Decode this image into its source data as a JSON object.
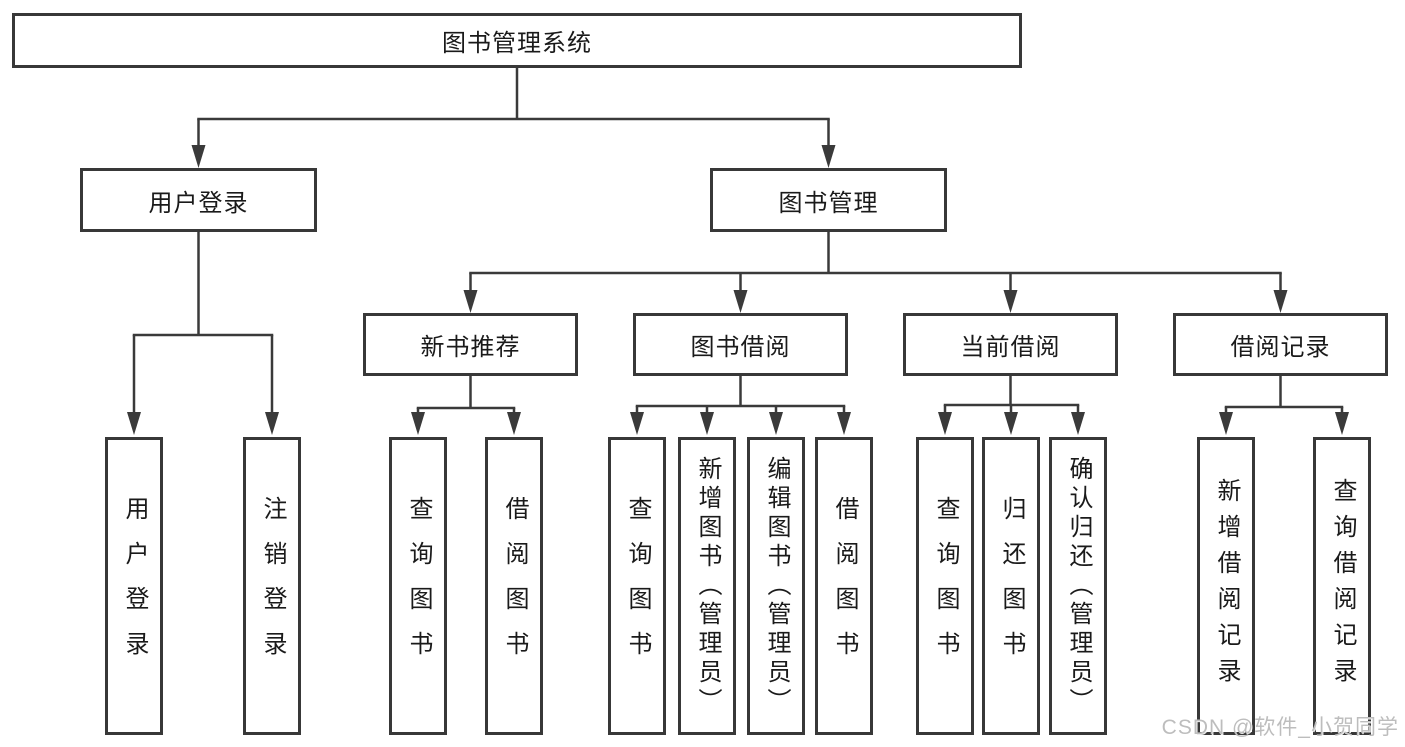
{
  "diagram": {
    "root": {
      "label": "图书管理系统"
    },
    "level2": [
      {
        "label": "用户登录"
      },
      {
        "label": "图书管理"
      }
    ],
    "level3": [
      {
        "label": "新书推荐"
      },
      {
        "label": "图书借阅"
      },
      {
        "label": "当前借阅"
      },
      {
        "label": "借阅记录"
      }
    ],
    "leaves": [
      {
        "label": "用户登录"
      },
      {
        "label": "注销登录"
      },
      {
        "label": "查询图书"
      },
      {
        "label": "借阅图书"
      },
      {
        "label": "查询图书"
      },
      {
        "label": "新增图书（管理员）"
      },
      {
        "label": "编辑图书（管理员）"
      },
      {
        "label": "借阅图书"
      },
      {
        "label": "查询图书"
      },
      {
        "label": "归还图书"
      },
      {
        "label": "确认归还（管理员）"
      },
      {
        "label": "新增借阅记录"
      },
      {
        "label": "查询借阅记录"
      }
    ],
    "watermark": "CSDN @软件_小贺同学",
    "colors": {
      "line": "#3a3a3a",
      "box_border": "#383838",
      "text": "#1a1a1a",
      "watermark": "#bdbdbd",
      "background": "#ffffff"
    }
  }
}
